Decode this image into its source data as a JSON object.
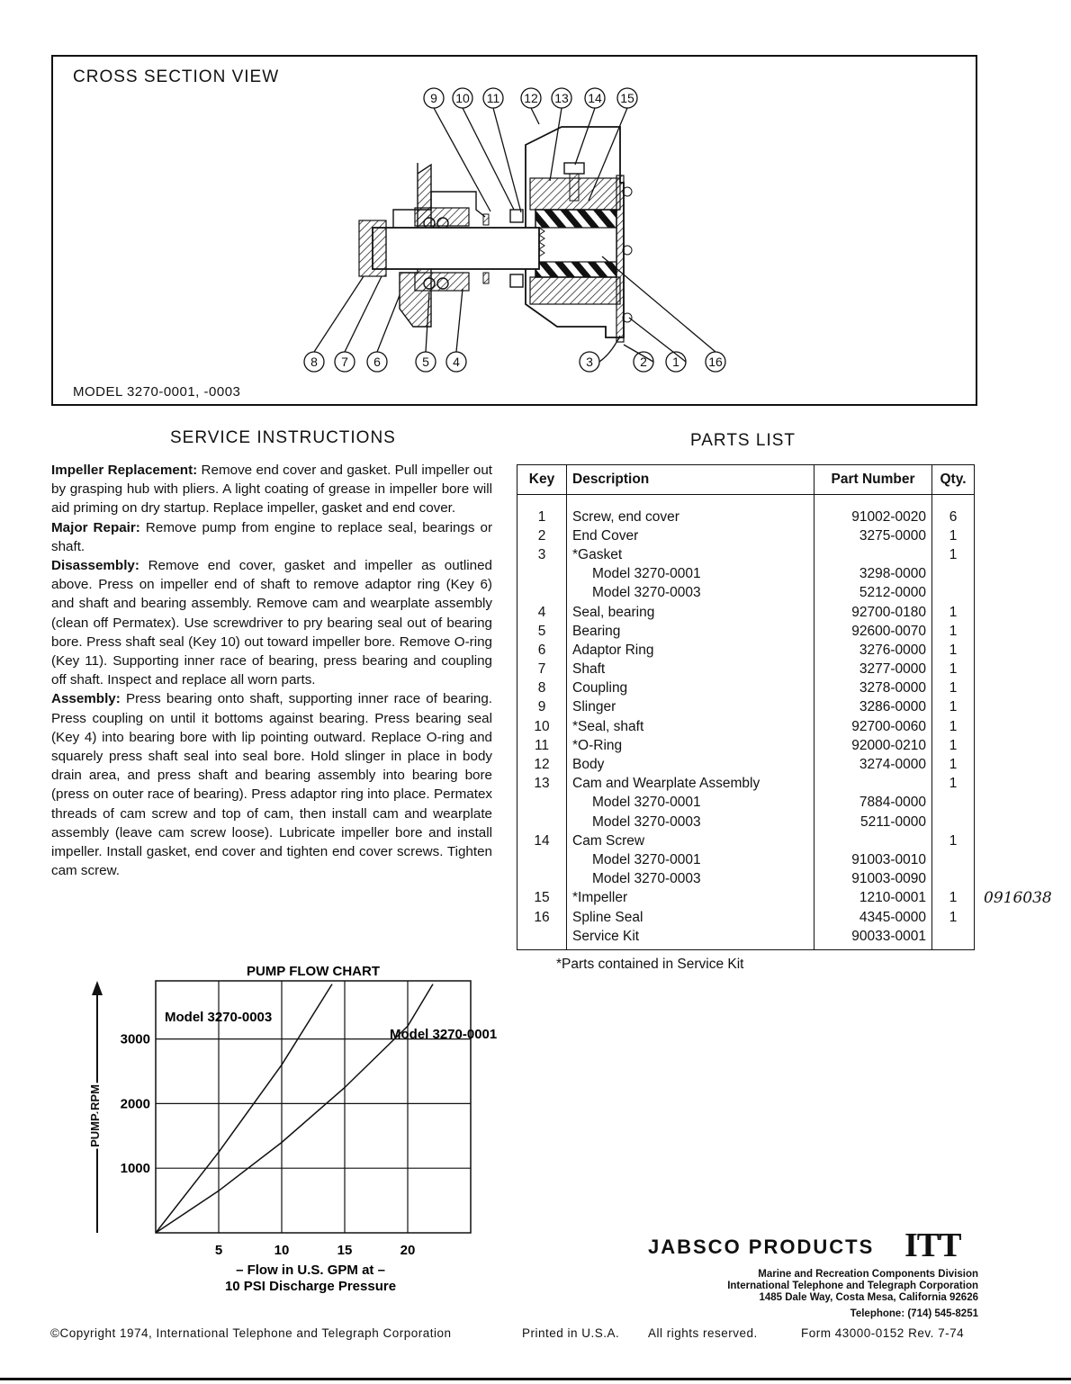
{
  "cross_section": {
    "title": "CROSS SECTION VIEW",
    "model_label": "MODEL 3270-0001, -0003",
    "callouts_top": [
      "9",
      "10",
      "11",
      "12",
      "13",
      "14",
      "15"
    ],
    "callouts_bottom_left": [
      "8",
      "7",
      "6",
      "5",
      "4"
    ],
    "callouts_bottom_right": [
      "3",
      "2",
      "1",
      "16"
    ]
  },
  "service": {
    "heading": "SERVICE INSTRUCTIONS",
    "sections": [
      {
        "label": "Impeller Replacement:",
        "text": " Remove end cover and gasket. Pull impeller out by grasping hub with pliers. A light coating of grease in impeller bore will aid priming on dry startup. Replace impeller, gasket and end cover."
      },
      {
        "label": "Major Repair:",
        "text": " Remove pump from engine to replace seal, bearings or shaft."
      },
      {
        "label": "Disassembly:",
        "text": " Remove end cover, gasket and impeller as outlined above. Press on impeller end of shaft to remove adaptor ring (Key 6) and shaft and bearing assembly. Remove cam and wearplate assembly (clean off Permatex). Use screwdriver to pry bearing seal out of bearing bore. Press shaft seal (Key 10) out toward impeller bore. Remove O-ring (Key 11). Supporting inner race of bearing, press bearing and coupling off shaft. Inspect and replace all worn parts."
      },
      {
        "label": "Assembly:",
        "text": " Press bearing onto shaft, supporting inner race of bearing. Press coupling on until it bottoms against bearing. Press bearing seal (Key 4) into bearing bore with lip pointing outward. Replace O-ring and squarely press shaft seal into seal bore. Hold slinger in place in body drain area, and press shaft and bearing assembly into bearing bore (press on outer race of bearing). Press adaptor ring into place. Permatex threads of cam screw and top of cam, then install cam and wearplate assembly (leave cam screw loose). Lubricate impeller bore and install impeller. Install gasket, end cover and tighten end cover screws. Tighten cam screw."
      }
    ]
  },
  "parts": {
    "heading": "PARTS LIST",
    "columns": [
      "Key",
      "Description",
      "Part Number",
      "Qty."
    ],
    "rows": [
      {
        "key": "1",
        "desc": "Screw, end cover",
        "pn": "91002-0020",
        "qty": "6",
        "sub": false
      },
      {
        "key": "2",
        "desc": "End Cover",
        "pn": "3275-0000",
        "qty": "1",
        "sub": false
      },
      {
        "key": "3",
        "desc": "*Gasket",
        "pn": "",
        "qty": "1",
        "sub": false
      },
      {
        "key": "",
        "desc": "Model 3270-0001",
        "pn": "3298-0000",
        "qty": "",
        "sub": true
      },
      {
        "key": "",
        "desc": "Model 3270-0003",
        "pn": "5212-0000",
        "qty": "",
        "sub": true
      },
      {
        "key": "4",
        "desc": "Seal, bearing",
        "pn": "92700-0180",
        "qty": "1",
        "sub": false
      },
      {
        "key": "5",
        "desc": "Bearing",
        "pn": "92600-0070",
        "qty": "1",
        "sub": false
      },
      {
        "key": "6",
        "desc": "Adaptor Ring",
        "pn": "3276-0000",
        "qty": "1",
        "sub": false
      },
      {
        "key": "7",
        "desc": "Shaft",
        "pn": "3277-0000",
        "qty": "1",
        "sub": false
      },
      {
        "key": "8",
        "desc": "Coupling",
        "pn": "3278-0000",
        "qty": "1",
        "sub": false
      },
      {
        "key": "9",
        "desc": "Slinger",
        "pn": "3286-0000",
        "qty": "1",
        "sub": false
      },
      {
        "key": "10",
        "desc": "*Seal, shaft",
        "pn": "92700-0060",
        "qty": "1",
        "sub": false
      },
      {
        "key": "11",
        "desc": "*O-Ring",
        "pn": "92000-0210",
        "qty": "1",
        "sub": false
      },
      {
        "key": "12",
        "desc": "Body",
        "pn": "3274-0000",
        "qty": "1",
        "sub": false
      },
      {
        "key": "13",
        "desc": "Cam and Wearplate Assembly",
        "pn": "",
        "qty": "1",
        "sub": false
      },
      {
        "key": "",
        "desc": "Model 3270-0001",
        "pn": "7884-0000",
        "qty": "",
        "sub": true
      },
      {
        "key": "",
        "desc": "Model 3270-0003",
        "pn": "5211-0000",
        "qty": "",
        "sub": true
      },
      {
        "key": "14",
        "desc": "Cam Screw",
        "pn": "",
        "qty": "1",
        "sub": false
      },
      {
        "key": "",
        "desc": "Model 3270-0001",
        "pn": "91003-0010",
        "qty": "",
        "sub": true
      },
      {
        "key": "",
        "desc": "Model 3270-0003",
        "pn": "91003-0090",
        "qty": "",
        "sub": true
      },
      {
        "key": "15",
        "desc": "*Impeller",
        "pn": "1210-0001",
        "qty": "1",
        "sub": false
      },
      {
        "key": "16",
        "desc": "Spline Seal",
        "pn": "4345-0000",
        "qty": "1",
        "sub": false
      },
      {
        "key": "",
        "desc": "Service Kit",
        "pn": "90033-0001",
        "qty": "",
        "sub": false
      }
    ],
    "footnote": "*Parts contained in Service Kit",
    "handwritten_note": "0916038"
  },
  "chart_data": {
    "type": "line",
    "title": "PUMP FLOW CHART",
    "xlabel": "– Flow in U.S. GPM at –",
    "xlabel2": "10 PSI Discharge Pressure",
    "ylabel": "PUMP RPM",
    "xticks": [
      5,
      10,
      15,
      20
    ],
    "yticks": [
      1000,
      2000,
      3000
    ],
    "xlim": [
      0,
      25
    ],
    "ylim": [
      0,
      3900
    ],
    "grid": true,
    "series": [
      {
        "name": "Model 3270-0003",
        "x": [
          0,
          5,
          10,
          14
        ],
        "y": [
          0,
          1250,
          2600,
          3850
        ]
      },
      {
        "name": "Model 3270-0001",
        "x": [
          0,
          5,
          10,
          15,
          20,
          22
        ],
        "y": [
          0,
          650,
          1400,
          2250,
          3200,
          3850
        ]
      }
    ]
  },
  "brand": {
    "name": "JABSCO PRODUCTS",
    "logo": "ITT",
    "lines": [
      "Marine and Recreation Components Division",
      "International Telephone and Telegraph Corporation",
      "1485 Dale Way, Costa Mesa, California 92626",
      "Telephone: (714) 545-8251"
    ]
  },
  "footer": {
    "copyright": "©Copyright 1974, International Telephone and Telegraph Corporation",
    "printed": "Printed in U.S.A.",
    "rights": "All rights reserved.",
    "form": "Form 43000-0152 Rev. 7-74"
  }
}
